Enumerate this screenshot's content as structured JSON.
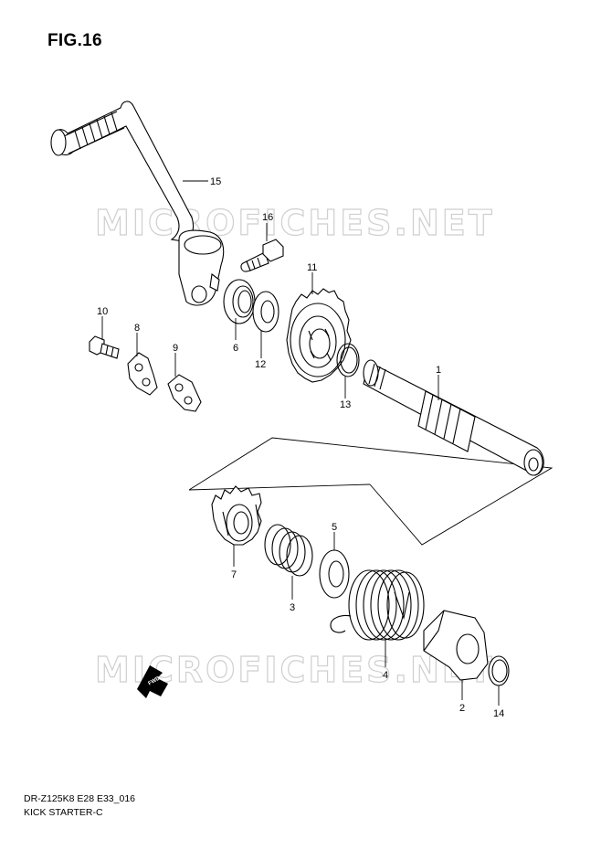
{
  "figure": {
    "title": "FIG.16"
  },
  "watermark": {
    "text": "MICROFICHES.NET"
  },
  "footer": {
    "model_code": "DR-Z125K8 E28 E33_016",
    "diagram_name": "KICK STARTER-C"
  },
  "direction_badge": {
    "label": "FWD",
    "icon": "forward-arrow-icon"
  },
  "callouts": [
    {
      "id": "c1",
      "label": "1",
      "part": "kick-starter-shaft"
    },
    {
      "id": "c2",
      "label": "2",
      "part": "spring-guide"
    },
    {
      "id": "c3",
      "label": "3",
      "part": "spring"
    },
    {
      "id": "c4",
      "label": "4",
      "part": "return-spring"
    },
    {
      "id": "c5",
      "label": "5",
      "part": "washer"
    },
    {
      "id": "c6",
      "label": "6",
      "part": "oil-seal"
    },
    {
      "id": "c7",
      "label": "7",
      "part": "kick-drive-gear"
    },
    {
      "id": "c8",
      "label": "8",
      "part": "stopper-plate"
    },
    {
      "id": "c9",
      "label": "9",
      "part": "stopper-plate-b"
    },
    {
      "id": "c10",
      "label": "10",
      "part": "bolt"
    },
    {
      "id": "c11",
      "label": "11",
      "part": "kick-idle-gear"
    },
    {
      "id": "c12",
      "label": "12",
      "part": "washer"
    },
    {
      "id": "c13",
      "label": "13",
      "part": "circlip"
    },
    {
      "id": "c14",
      "label": "14",
      "part": "circlip"
    },
    {
      "id": "c15",
      "label": "15",
      "part": "kick-starter-lever"
    },
    {
      "id": "c16",
      "label": "16",
      "part": "lever-bolt"
    }
  ]
}
